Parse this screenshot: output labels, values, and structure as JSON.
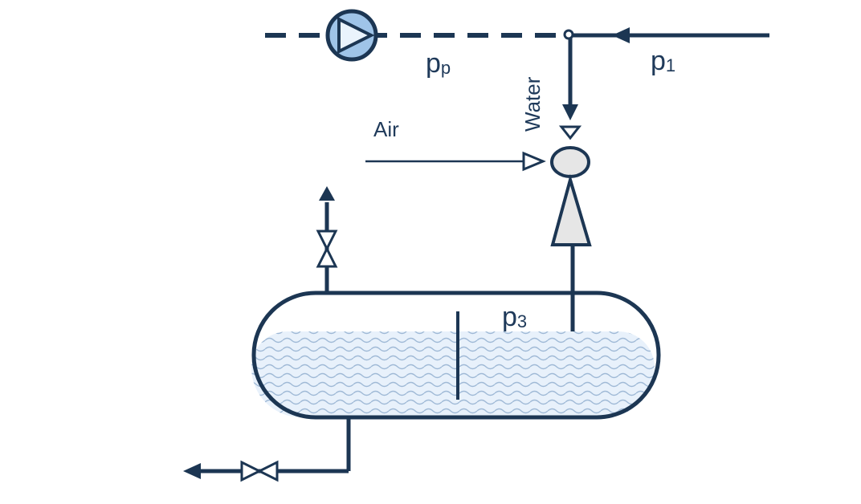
{
  "labels": {
    "pump_pressure": "p",
    "pump_pressure_sub": "p",
    "inlet_pressure": "p",
    "inlet_pressure_sub": "1",
    "tank_pressure": "p",
    "tank_pressure_sub": "3",
    "water": "Water",
    "air": "Air"
  },
  "colors": {
    "line": "#1c3653",
    "text": "#1f3a5a",
    "pump_fill": "#9fc4e8",
    "liquid_fill": "#e8f1fb",
    "ejector_fill": "#e6e6e6"
  }
}
